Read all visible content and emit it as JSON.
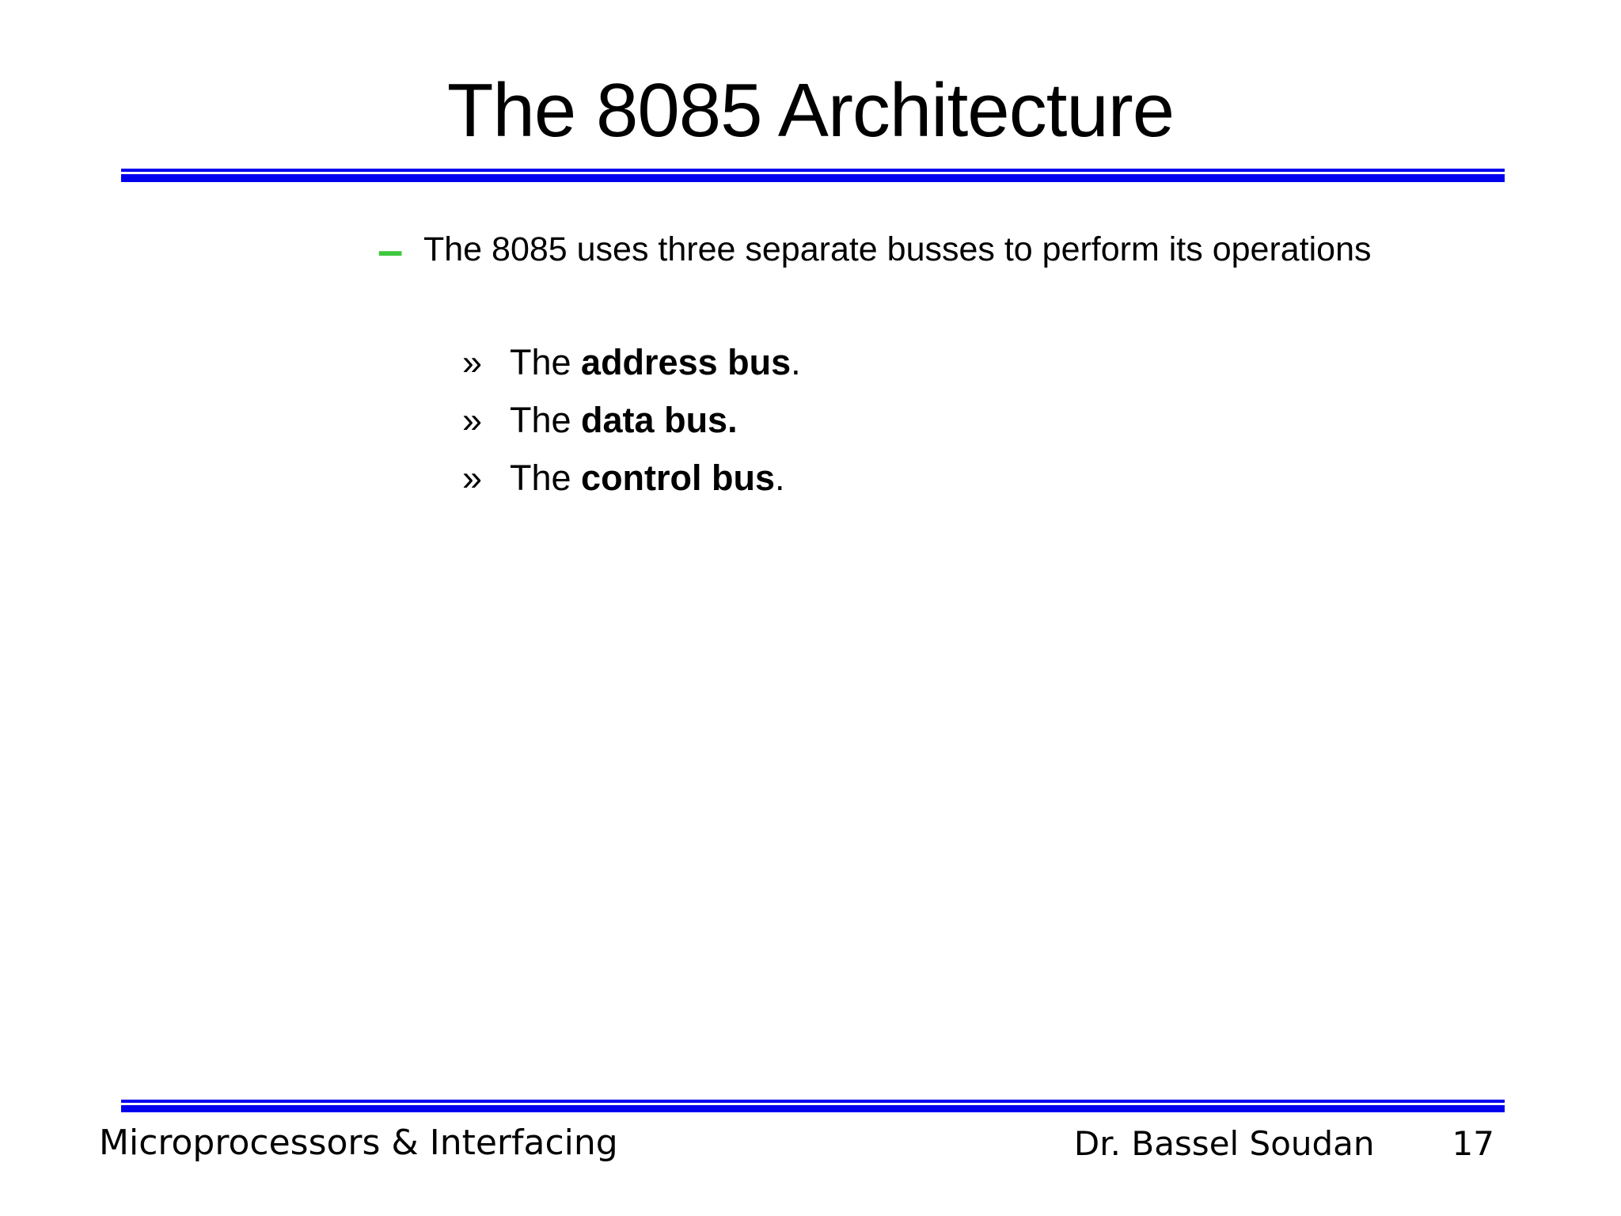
{
  "slide": {
    "title": "The 8085 Architecture",
    "bullet": {
      "marker": "–",
      "text": "The 8085 uses three separate busses to perform its operations"
    },
    "sub_bullets": [
      {
        "marker": "»",
        "pre": "The ",
        "bold": "address bus",
        "post": "."
      },
      {
        "marker": "»",
        "pre": "The ",
        "bold": "data bus.",
        "post": ""
      },
      {
        "marker": "»",
        "pre": "The ",
        "bold": "control bus",
        "post": "."
      }
    ],
    "footer": {
      "left": "Microprocessors & Interfacing",
      "author": "Dr. Bassel Soudan",
      "page_number": "17"
    },
    "colors": {
      "rule_blue": "#0000EE",
      "dash_green": "#3FC83F",
      "text_color": "#000000"
    }
  }
}
